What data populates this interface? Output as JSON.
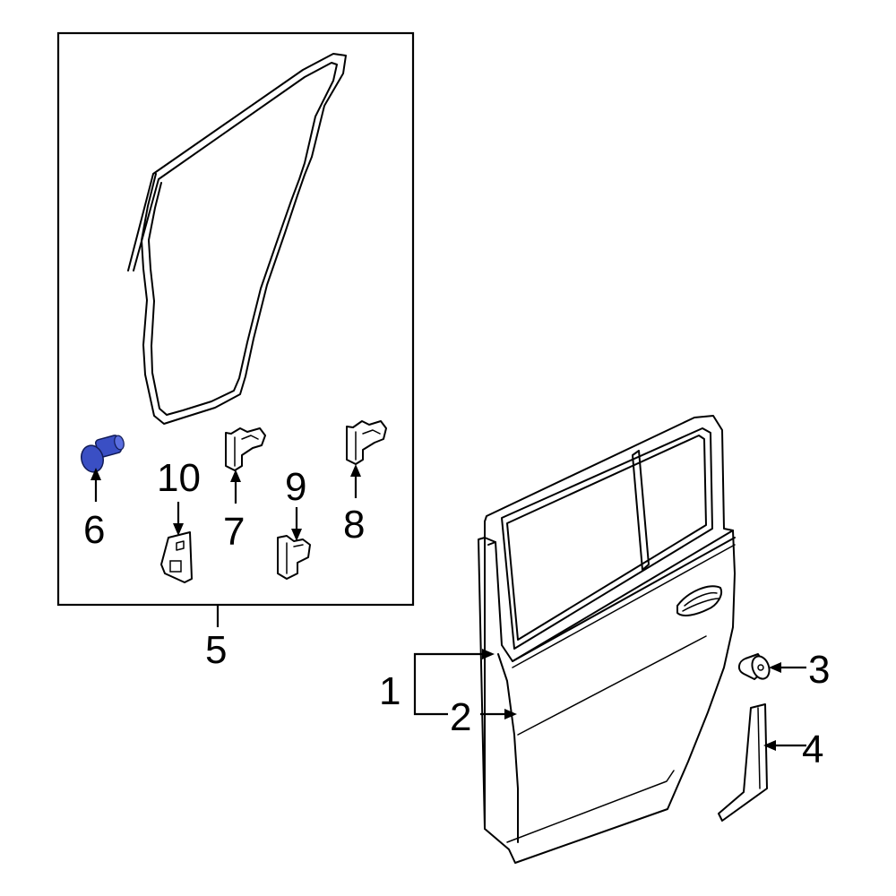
{
  "diagram": {
    "callouts": [
      {
        "id": "1",
        "label": "1"
      },
      {
        "id": "2",
        "label": "2"
      },
      {
        "id": "3",
        "label": "3"
      },
      {
        "id": "4",
        "label": "4"
      },
      {
        "id": "5",
        "label": "5"
      },
      {
        "id": "6",
        "label": "6"
      },
      {
        "id": "7",
        "label": "7"
      },
      {
        "id": "8",
        "label": "8"
      },
      {
        "id": "9",
        "label": "9"
      },
      {
        "id": "10",
        "label": "10"
      }
    ],
    "colors": {
      "highlight_part": "#3a4fc4",
      "line": "#000000",
      "background": "#ffffff"
    }
  }
}
